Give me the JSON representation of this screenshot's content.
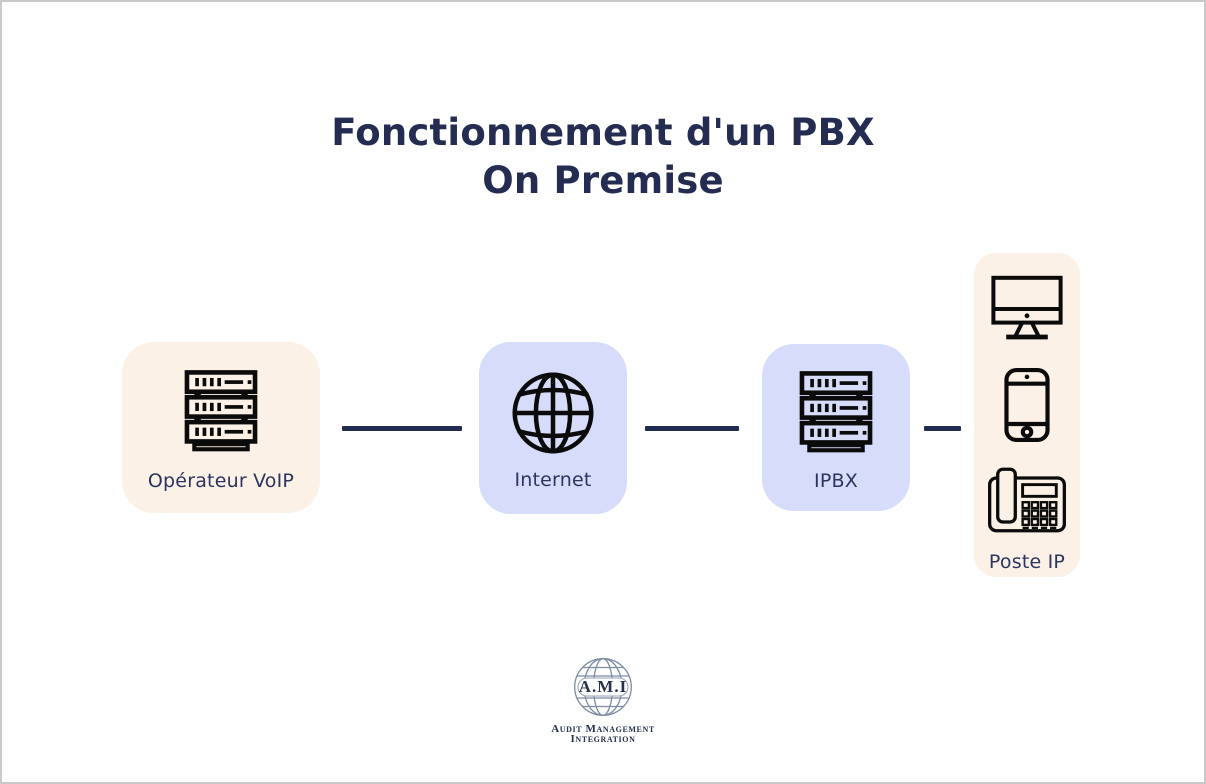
{
  "header": {
    "title_line1": "Fonctionnement d'un PBX",
    "title_line2": "On Premise"
  },
  "diagram": {
    "nodes": [
      {
        "id": "operateur-voip",
        "label": "Opérateur VoIP",
        "icon": "server-stack-icon",
        "bg": "#FCF1E6"
      },
      {
        "id": "internet",
        "label": "Internet",
        "icon": "globe-icon",
        "bg": "#D6DCFA"
      },
      {
        "id": "ipbx",
        "label": "IPBX",
        "icon": "server-stack-icon",
        "bg": "#D6DCFA"
      },
      {
        "id": "poste-ip",
        "label": "Poste IP",
        "icons": [
          "desktop-monitor-icon",
          "smartphone-icon",
          "desk-phone-icon"
        ],
        "bg": "#FCF1E6"
      }
    ],
    "connector_count": 3,
    "connector_color": "#222B50"
  },
  "footer": {
    "logo_acronym": "A.M.I",
    "logo_caption_line1": "Audit Management",
    "logo_caption_line2": "Integration"
  },
  "colors": {
    "title_navy": "#242C51",
    "label_navy": "#2B3560",
    "cream_box": "#FCF1E6",
    "lavender_box": "#D6DCFA",
    "icon_stroke": "#0B0B0B",
    "logo_globe": "#7E8CA6",
    "page_border": "#C9C9C9"
  }
}
